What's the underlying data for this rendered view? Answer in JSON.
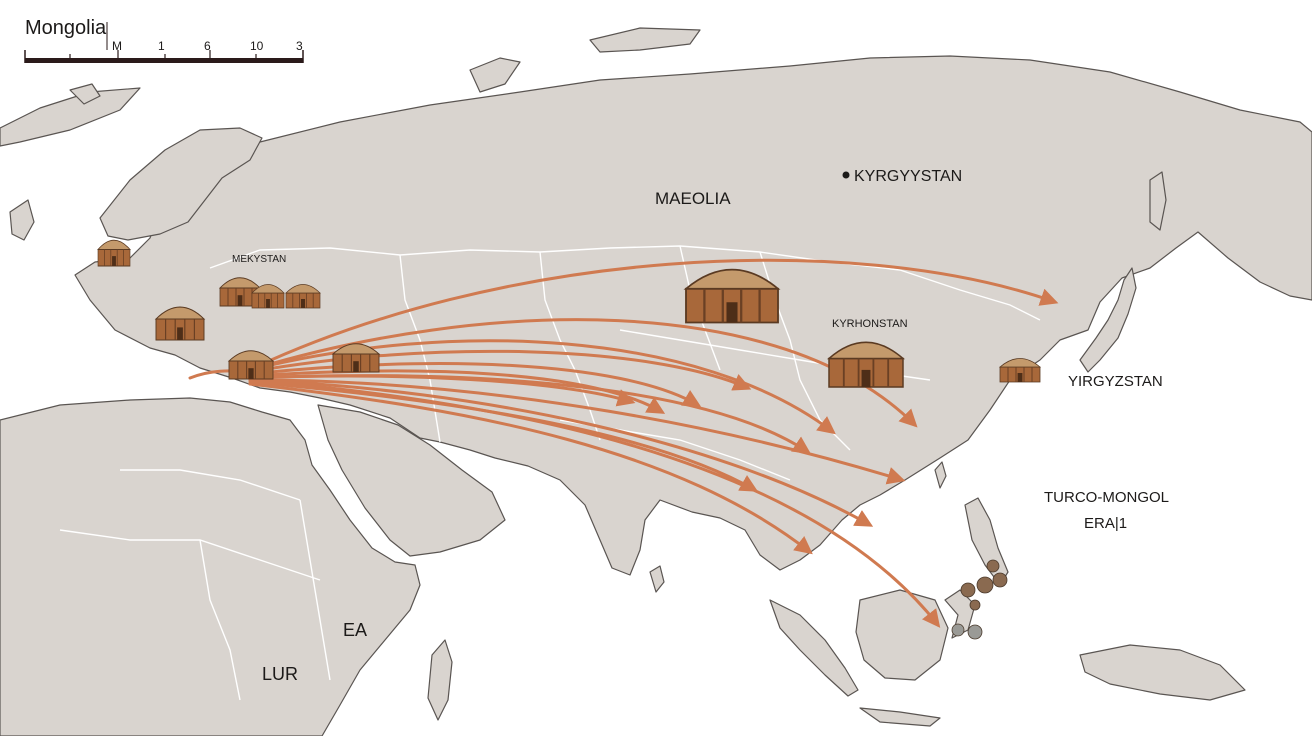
{
  "map": {
    "title": "Mongolia",
    "scale_ticks": [
      "M",
      "1",
      "6",
      "10",
      "3"
    ],
    "labels": {
      "maeolia": "MAEOLIA",
      "kyrgyystan": "KYRGYYSTAN",
      "mekystan": "MEKYSTAN",
      "kyrhonstan": "KYRHONSTAN",
      "yirgyzstan": "YIRGYZSTAN",
      "turco_mongol": "TURCO-MONGOL",
      "erai": "ERA|1",
      "ea": "EA",
      "lur": "LUR"
    },
    "icons": [
      "yurt-icon",
      "arrowhead-icon",
      "dot-marker-icon"
    ],
    "colors": {
      "land": "#d9d4cf",
      "coast": "#5a5552",
      "route": "#d07a50",
      "yurt_wall": "#a8683a",
      "yurt_roof": "#c49a6c",
      "scale_bar": "#2a1a1a"
    }
  }
}
